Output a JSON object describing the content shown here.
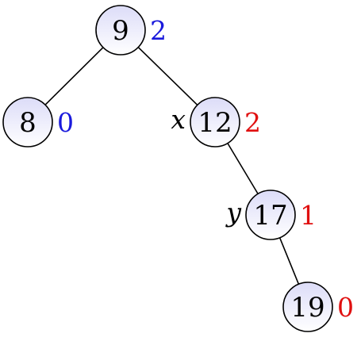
{
  "tree": {
    "nodes": [
      {
        "id": "n9",
        "key": "9",
        "annotation": "2",
        "annotation_color": "#1a1adc",
        "var": ""
      },
      {
        "id": "n8",
        "key": "8",
        "annotation": "0",
        "annotation_color": "#1a1adc",
        "var": ""
      },
      {
        "id": "n12",
        "key": "12",
        "annotation": "2",
        "annotation_color": "#e01010",
        "var": "x"
      },
      {
        "id": "n17",
        "key": "17",
        "annotation": "1",
        "annotation_color": "#e01010",
        "var": "y"
      },
      {
        "id": "n19",
        "key": "19",
        "annotation": "0",
        "annotation_color": "#e01010",
        "var": ""
      }
    ],
    "edges": [
      {
        "from": "n9",
        "to": "n8"
      },
      {
        "from": "n9",
        "to": "n12"
      },
      {
        "from": "n12",
        "to": "n17"
      },
      {
        "from": "n17",
        "to": "n19"
      }
    ],
    "node_fill_top": "#dcdcf8",
    "node_fill_bottom": "#ffffff"
  }
}
